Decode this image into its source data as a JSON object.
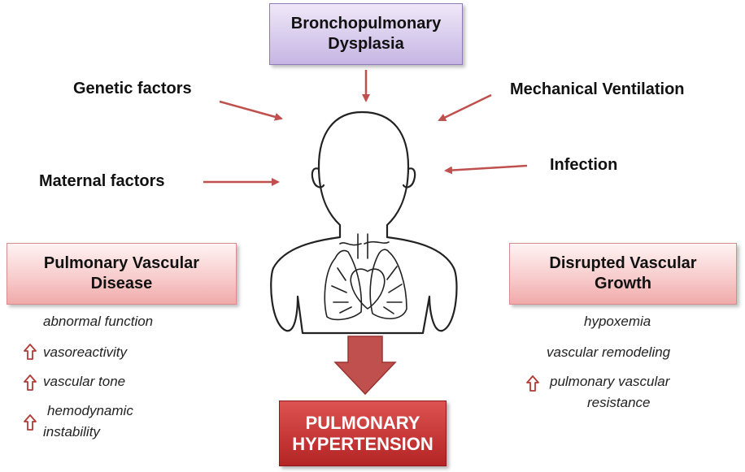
{
  "top_box": {
    "line1": "Bronchopulmonary",
    "line2": "Dysplasia"
  },
  "factors": {
    "genetic": "Genetic factors",
    "maternal": "Maternal factors",
    "mechanical": "Mechanical Ventilation",
    "infection": "Infection"
  },
  "left_box": {
    "line1": "Pulmonary Vascular",
    "line2": "Disease",
    "items": [
      "abnormal function",
      "vasoreactivity",
      "vascular tone",
      "hemodynamic",
      "instability"
    ]
  },
  "right_box": {
    "line1": "Disrupted Vascular",
    "line2": "Growth",
    "items": [
      "hypoxemia",
      "vascular remodeling",
      "pulmonary vascular",
      "resistance"
    ]
  },
  "outcome": {
    "line1": "PULMONARY",
    "line2": "HYPERTENSION"
  },
  "colors": {
    "arrow": "#c0504d",
    "outcome_box": "#c0302c",
    "top_box": "#cbbbe6",
    "side_boxes": "#f4b8b8",
    "up_arrow": "#b23a36"
  }
}
